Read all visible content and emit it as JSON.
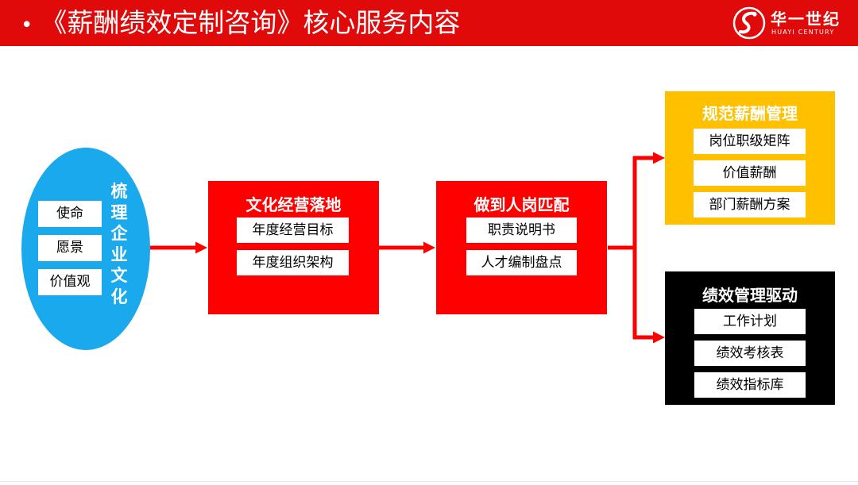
{
  "header": {
    "bullet": "•",
    "title": "《薪酬绩效定制咨询》核心服务内容",
    "logo_cn": "华一世纪",
    "logo_en": "HUAYI CENTURY"
  },
  "culture": {
    "title": "梳理企业文化",
    "items": [
      "使命",
      "愿景",
      "价值观"
    ]
  },
  "operation": {
    "title": "文化经营落地",
    "items": [
      "年度经营目标",
      "年度组织架构"
    ]
  },
  "matching": {
    "title": "做到人岗匹配",
    "items": [
      "职责说明书",
      "人才编制盘点"
    ]
  },
  "salary": {
    "title": "规范薪酬管理",
    "items": [
      "岗位职级矩阵",
      "价值薪酬",
      "部门薪酬方案"
    ]
  },
  "performance": {
    "title": "绩效管理驱动",
    "items": [
      "工作计划",
      "绩效考核表",
      "绩效指标库"
    ]
  },
  "colors": {
    "header": "#e00a0a",
    "culture": "#19a9ec",
    "flow": "#ff0000",
    "salary": "#ffc000",
    "performance": "#000000"
  }
}
